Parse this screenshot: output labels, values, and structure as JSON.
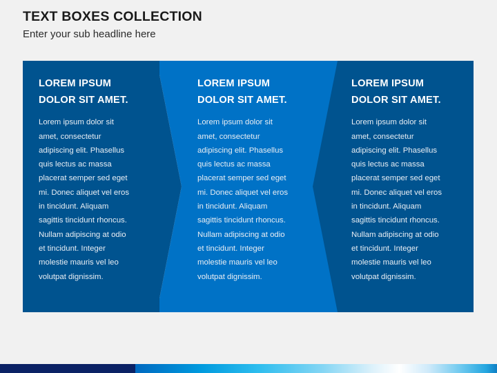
{
  "header": {
    "title": "TEXT BOXES COLLECTION",
    "subtitle": "Enter your sub headline here"
  },
  "colors": {
    "background": "#f1f1f1",
    "panel_dark": "#00538f",
    "panel_bright": "#0072c6",
    "heading_text": "#ffffff",
    "body_text": "#e9eef4",
    "title_text": "#1a1a1a",
    "bar_navy": "#0b2265",
    "bar_cyan": "#2ebdee",
    "bar_white": "#ffffff"
  },
  "panels": [
    {
      "id": "panel-1",
      "heading_line_1": "LOREM IPSUM",
      "heading_line_2": "DOLOR SIT AMET.",
      "body_lines": [
        "Lorem ipsum dolor sit",
        "amet, consectetur",
        "adipiscing elit. Phasellus",
        "quis lectus ac massa",
        "placerat semper sed eget",
        "mi. Donec aliquet vel eros",
        "in tincidunt. Aliquam",
        "sagittis tincidunt rhoncus.",
        "Nullam adipiscing at odio",
        "et tincidunt. Integer",
        "molestie mauris vel leo",
        "volutpat dignissim."
      ]
    },
    {
      "id": "panel-2",
      "heading_line_1": "LOREM IPSUM",
      "heading_line_2": "DOLOR SIT AMET.",
      "body_lines": [
        "Lorem ipsum dolor sit",
        "amet, consectetur",
        "adipiscing elit. Phasellus",
        "quis lectus ac massa",
        "placerat semper sed eget",
        "mi. Donec aliquet vel eros",
        "in tincidunt. Aliquam",
        "sagittis tincidunt rhoncus.",
        "Nullam adipiscing at odio",
        "et tincidunt. Integer",
        "molestie mauris vel leo",
        "volutpat dignissim."
      ]
    },
    {
      "id": "panel-3",
      "heading_line_1": "LOREM IPSUM",
      "heading_line_2": "DOLOR SIT AMET.",
      "body_lines": [
        "Lorem ipsum dolor sit",
        "amet, consectetur",
        "adipiscing elit. Phasellus",
        "quis lectus ac massa",
        "placerat semper sed eget",
        "mi. Donec aliquet vel eros",
        "in tincidunt. Aliquam",
        "sagittis tincidunt rhoncus.",
        "Nullam adipiscing at odio",
        "et tincidunt. Integer",
        "molestie mauris vel leo",
        "volutpat dignissim."
      ]
    }
  ],
  "connectors": [
    {
      "id": "arrow-left",
      "direction": "right"
    },
    {
      "id": "arrow-right",
      "direction": "left"
    }
  ]
}
